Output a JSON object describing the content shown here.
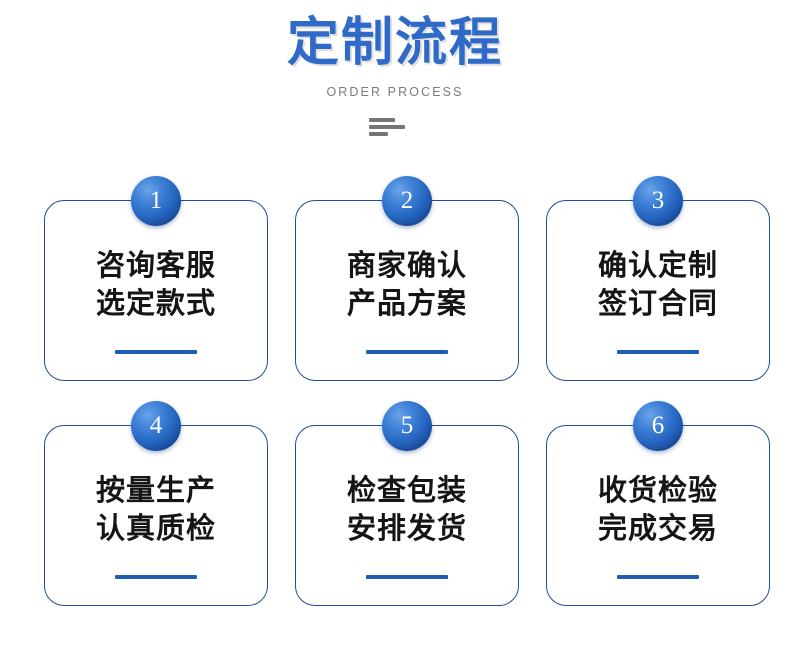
{
  "header": {
    "title": "定制流程",
    "subtitle": "ORDER PROCESS",
    "ornament_name": "three-bar-divider"
  },
  "colors": {
    "title_blue": "#2f6ac9",
    "subtitle_gray": "#7b7b7b",
    "card_border": "#1f4e9c",
    "rule_blue": "#1f5cb5",
    "badge_light": "#6ba3e8",
    "badge_dark": "#0e2f6b",
    "text_black": "#151515",
    "background": "#ffffff",
    "ornament_gray": "#767676"
  },
  "steps": [
    {
      "number": "1",
      "line1": "咨询客服",
      "line2": "选定款式"
    },
    {
      "number": "2",
      "line1": "商家确认",
      "line2": "产品方案"
    },
    {
      "number": "3",
      "line1": "确认定制",
      "line2": "签订合同"
    },
    {
      "number": "4",
      "line1": "按量生产",
      "line2": "认真质检"
    },
    {
      "number": "5",
      "line1": "检查包装",
      "line2": "安排发货"
    },
    {
      "number": "6",
      "line1": "收货检验",
      "line2": "完成交易"
    }
  ]
}
